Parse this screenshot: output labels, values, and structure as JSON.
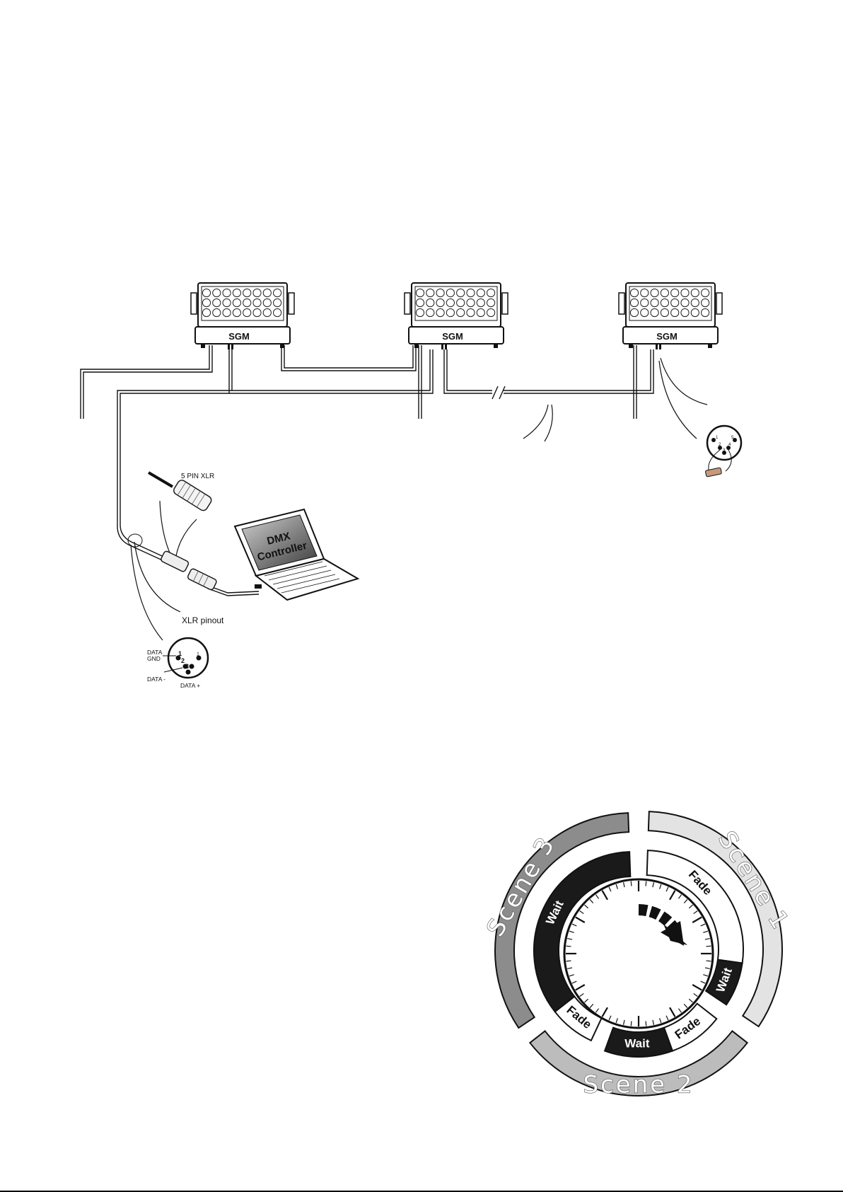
{
  "fixture": {
    "brand": "SGM"
  },
  "connectors": {
    "xlr5_label": "5 PIN XLR",
    "xlr_pinout_label": "XLR pinout",
    "terminator_pins": [
      "1",
      "2",
      "3",
      "4",
      "5"
    ]
  },
  "laptop": {
    "screen_line1": "DMX",
    "screen_line2": "Controller"
  },
  "pinout": {
    "data_gnd_line1": "DATA",
    "data_gnd_line2": "GND",
    "data_minus": "DATA -",
    "data_plus": "DATA +",
    "pin1": "1",
    "pin2": "2",
    "pin3": "3",
    "pin1_right": "1"
  },
  "cycle": {
    "scene1": "Scene 1",
    "scene2": "Scene 2",
    "scene3": "Scene 3",
    "fade": "Fade",
    "wait": "Wait"
  },
  "colors": {
    "scene1": "#e3e3e3",
    "scene2": "#bcbcbc",
    "scene3": "#8c8c8c",
    "wait": "#1a1a1a",
    "fade": "#ffffff"
  }
}
